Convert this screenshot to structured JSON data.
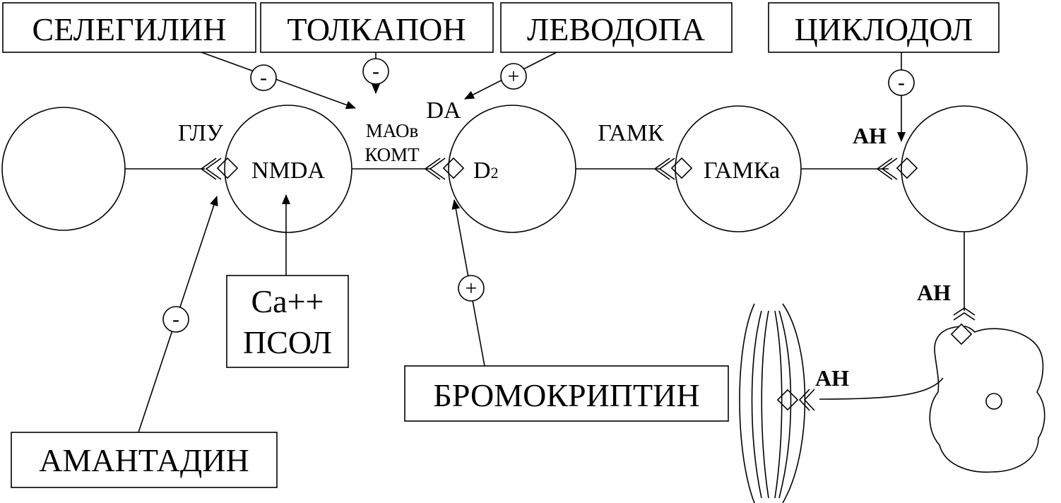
{
  "drugs": {
    "selegilin": "СЕЛЕГИЛИН",
    "tolcapon": "ТОЛКАПОН",
    "levodopa": "ЛЕВОДОПА",
    "cyclodol": "ЦИКЛОДОЛ",
    "ca_psol_line1": "Ca++",
    "ca_psol_line2": "ПСОЛ",
    "bromocriptin": "БРОМОКРИПТИН",
    "amantadin": "АМАНТАДИН"
  },
  "labels": {
    "glu": "ГЛУ",
    "nmda": "NMDA",
    "maob": "МАОв",
    "comt": "КОМТ",
    "da": "DA",
    "d2_main": "D",
    "d2_sub": "2",
    "gaba": "ГАМК",
    "gaba_a": "ГАМКа",
    "ach_1": "АН",
    "ach_2": "АН",
    "ach_3": "АН"
  },
  "signs": {
    "minus": "-",
    "plus": "+"
  }
}
